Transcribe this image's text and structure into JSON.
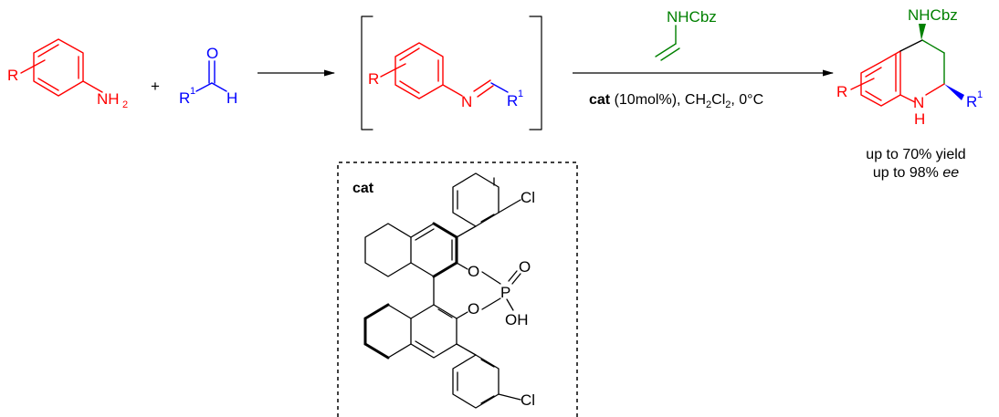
{
  "colors": {
    "aniline": "#ff0000",
    "aldehyde": "#0000ff",
    "enamide": "#008000",
    "catalyst": "#000000",
    "arrow": "#000000"
  },
  "aniline": {
    "r": "R",
    "nh": "NH",
    "sub2": "2"
  },
  "plus": "+",
  "aldehyde": {
    "o": "O",
    "r": "R",
    "sup1": "1",
    "h": "H"
  },
  "imine": {
    "r": "R",
    "n": "N",
    "r1": "R",
    "sup1": "1"
  },
  "reagent": {
    "label": "NHCbz"
  },
  "conditions": {
    "cat": "cat",
    "loading": " (10mol%), CH",
    "sub2a": "2",
    "cl": "Cl",
    "sub2b": "2",
    "temp": ", 0°C"
  },
  "product": {
    "nhcbz": "NHCbz",
    "r": "R",
    "nh_n": "N",
    "nh_h": "H",
    "r1": "R",
    "sup1": "1"
  },
  "results": {
    "yield_line": "up to 70% yield",
    "ee_prefix": "up to 98% ",
    "ee_italic": "ee"
  },
  "catalyst": {
    "title": "cat",
    "cl_top": "Cl",
    "cl_bottom": "Cl",
    "o_upper": "O",
    "o_lower": "O",
    "p": "P",
    "o_double": "O",
    "oh": "OH"
  }
}
